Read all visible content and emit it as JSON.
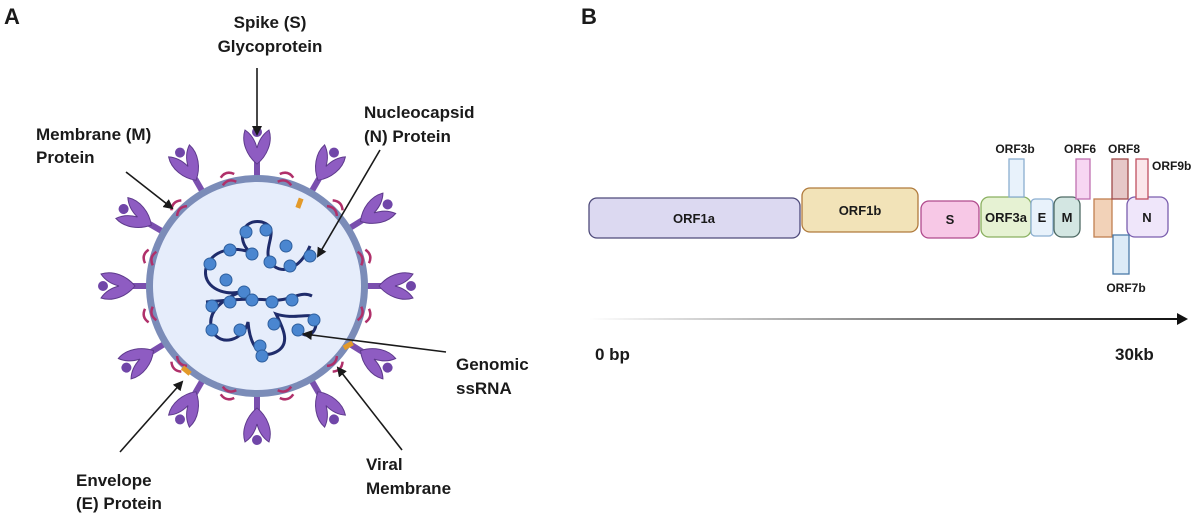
{
  "panels": {
    "a": "A",
    "b": "B"
  },
  "virion": {
    "spike": [
      "Spike (S)",
      "Glycoprotein"
    ],
    "membrane": [
      "Membrane (M)",
      "Protein"
    ],
    "nucleocapsid": [
      "Nucleocapsid",
      "(N) Protein"
    ],
    "genomic": [
      "Genomic",
      "ssRNA"
    ],
    "envelope": [
      "Envelope",
      "(E) Protein"
    ],
    "viral_membrane": [
      "Viral",
      "Membrane"
    ]
  },
  "genome": {
    "genes": [
      "ORF1a",
      "ORF1b",
      "S",
      "ORF3a",
      "E",
      "M",
      "N",
      "ORF3b",
      "ORF6",
      "ORF8",
      "ORF9b",
      "ORF7b"
    ],
    "axis_start": "0 bp",
    "axis_end": "30kb"
  },
  "colors": {
    "spike": "#8e5cc2",
    "membrane_ring": "#7b8cb8",
    "interior": "#e6edfb",
    "rna": "#1f2c6b",
    "nucleocapsid": "#4a86d0"
  }
}
